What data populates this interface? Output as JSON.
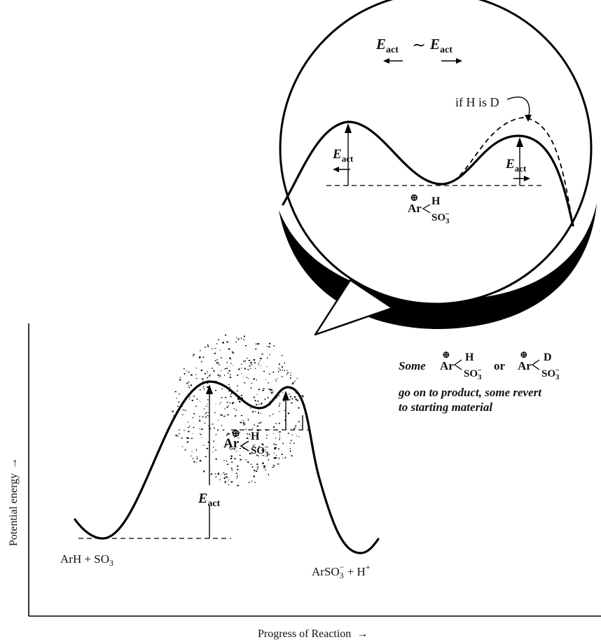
{
  "axes": {
    "x_label": "Progress of Reaction",
    "x_arrow": "→",
    "y_label": "Potential energy",
    "y_arrow": "→"
  },
  "main_diagram": {
    "reactants": {
      "text": "ArH + SO",
      "sub": "3"
    },
    "products": {
      "text": "ArSO",
      "sub": "3",
      "sup": "−",
      "tail": " + H",
      "tail_sup": "+"
    },
    "activation_label": {
      "main": "E",
      "sub": "act"
    },
    "intermediate": {
      "ring": "⊕",
      "ar": "Ar",
      "top": "H",
      "bottom": "SO",
      "bottom_sub": "3",
      "bottom_sup": "−"
    }
  },
  "inset": {
    "title_left": {
      "main": "E",
      "sub": "act"
    },
    "title_sim": "∼",
    "title_right": {
      "main": "E",
      "sub": "act"
    },
    "isotope_note": "if H is D",
    "left_barrier": {
      "main": "E",
      "sub": "act"
    },
    "right_barrier": {
      "main": "E",
      "sub": "act"
    },
    "intermediate": {
      "ring": "⊕",
      "ar": "Ar",
      "top": "H",
      "bottom": "SO",
      "bottom_sub": "3",
      "bottom_sup": "−"
    }
  },
  "note": {
    "line1_prefix": "Some",
    "line1_or": "or",
    "form_h": {
      "ring": "⊕",
      "ar": "Ar",
      "top": "H",
      "bottom": "SO",
      "bottom_sub": "3",
      "bottom_sup": "−"
    },
    "form_d": {
      "ring": "⊕",
      "ar": "Ar",
      "top": "D",
      "bottom": "SO",
      "bottom_sub": "3",
      "bottom_sup": "−"
    },
    "line2": "go on to product, some revert",
    "line3": "to starting material"
  }
}
